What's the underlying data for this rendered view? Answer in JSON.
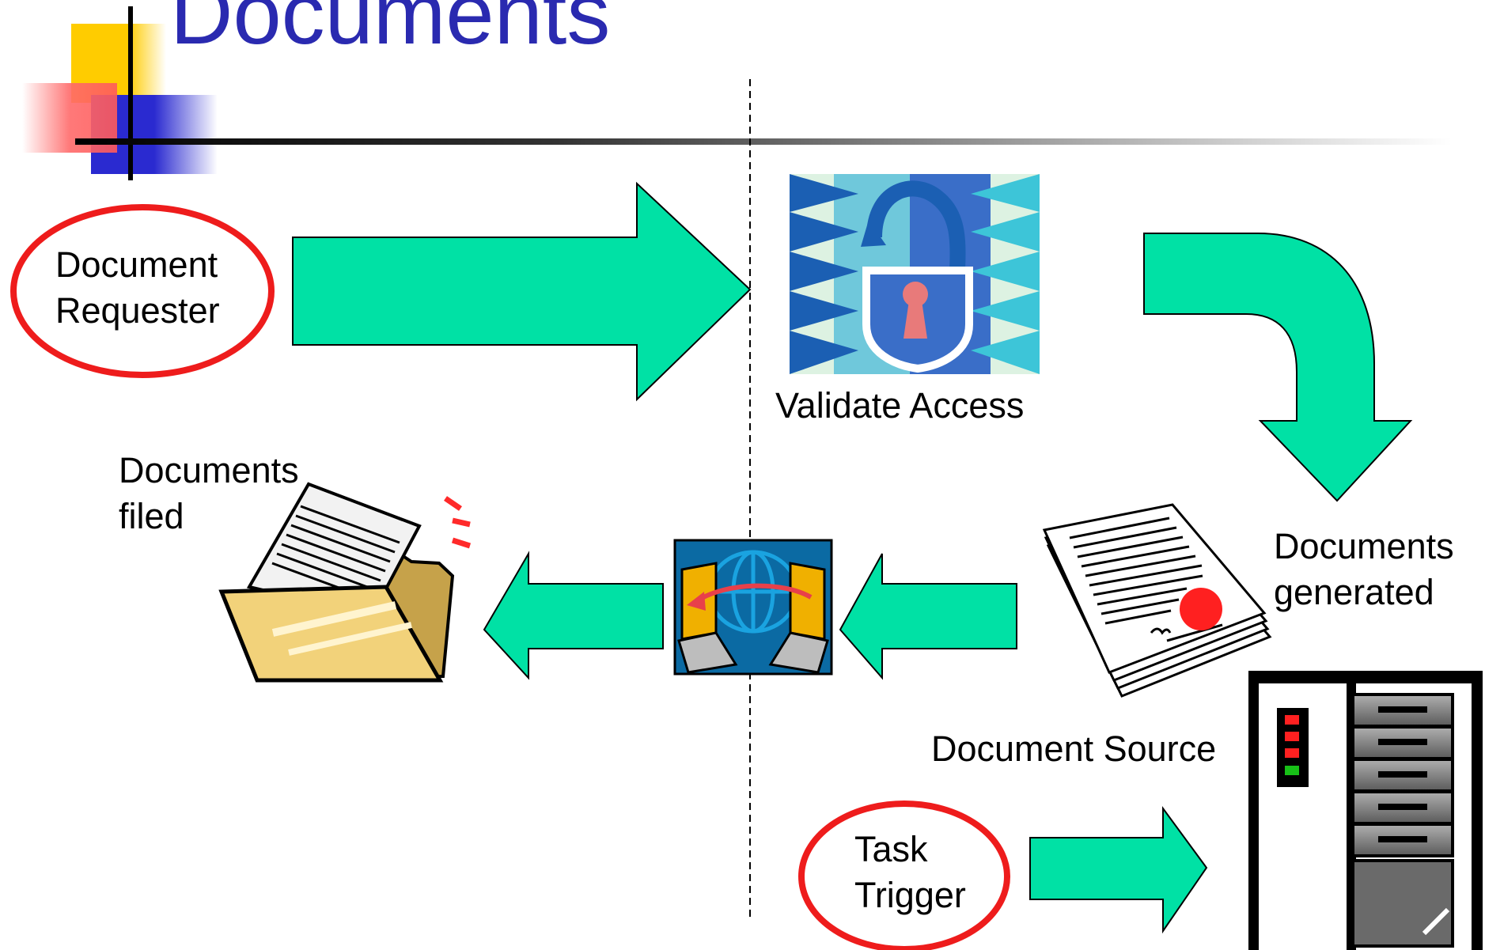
{
  "title": "Documents",
  "colors": {
    "arrow_fill": "#00e1a5",
    "actor_ring": "#ee1c1c",
    "title_text": "#2a2ab0",
    "accent_yellow": "#ffcc00",
    "accent_blue": "#2a2ad0",
    "accent_red": "#ff5a5a"
  },
  "actors": {
    "document_requester": {
      "line1": "Document",
      "line2": "Requester"
    },
    "task_trigger": {
      "line1": "Task",
      "line2": "Trigger"
    }
  },
  "steps": {
    "validate_access": "Validate Access",
    "documents_generated": {
      "line1": "Documents",
      "line2": "generated"
    },
    "documents_filed": {
      "line1": "Documents",
      "line2": "filed"
    },
    "document_source": "Document Source"
  },
  "icons": {
    "validate": "padlock-icon",
    "generated": "certificate-documents-icon",
    "transfer": "network-transfer-icon",
    "filed": "folder-icon",
    "source": "server-icon"
  }
}
